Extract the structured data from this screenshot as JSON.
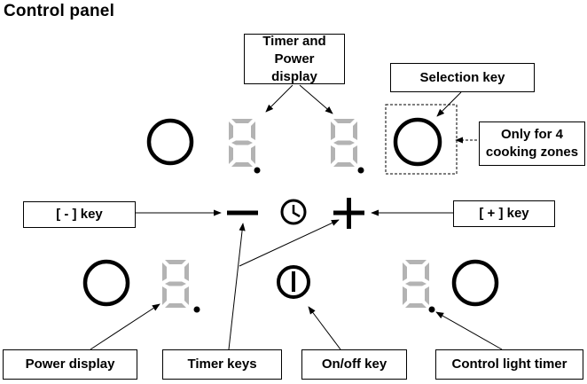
{
  "title": "Control panel",
  "labels": {
    "timer_power_display": "Timer and Power display",
    "selection_key": "Selection key",
    "only_4_zones": "Only for 4 cooking zones",
    "minus_key": "[ - ] key",
    "plus_key": "[ + ] key",
    "power_display": "Power display",
    "timer_keys": "Timer keys",
    "on_off_key": "On/off key",
    "control_light_timer": "Control light timer"
  },
  "colors": {
    "lines": "#000000",
    "display_segments": "#b3b3b3",
    "background": "#ffffff"
  },
  "icons": [
    "selection-circle-icon",
    "seven-segment-display-icon",
    "minus-icon",
    "plus-icon",
    "clock-icon",
    "power-icon"
  ]
}
